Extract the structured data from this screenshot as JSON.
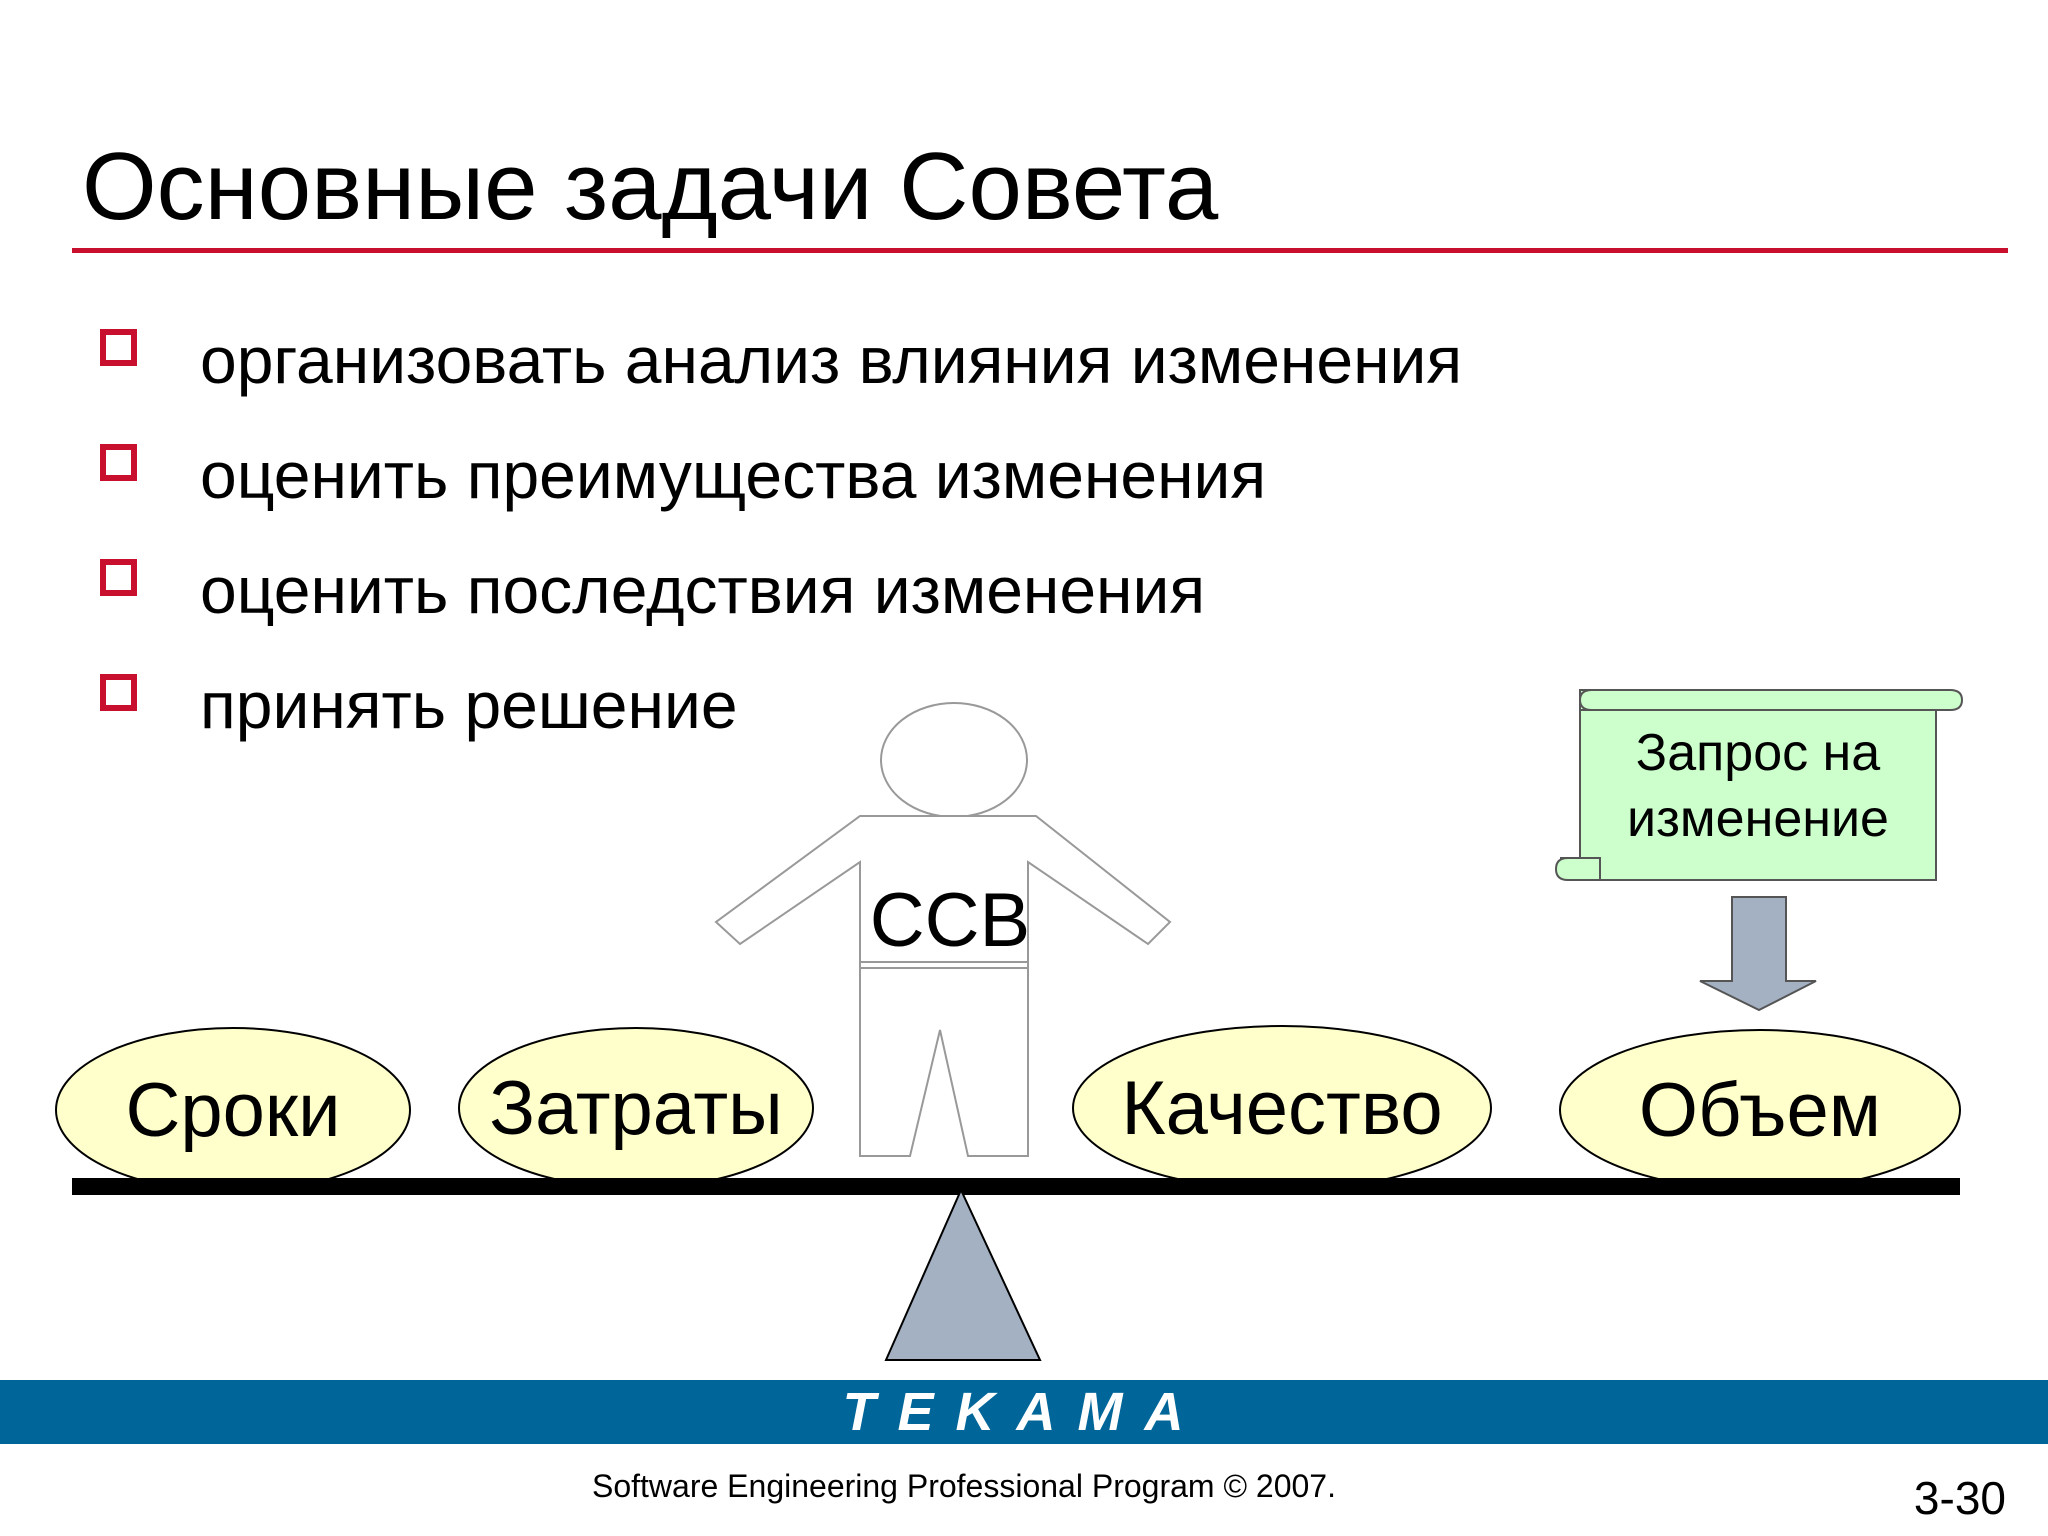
{
  "slide": {
    "title": "Основные задачи Совета",
    "bullets": [
      "организовать анализ влияния изменения",
      "оценить преимущества изменения",
      "оценить последствия изменения",
      "принять решение"
    ]
  },
  "diagram": {
    "person_label": "ССВ",
    "request_label": "Запрос на изменение",
    "ovals": [
      "Сроки",
      "Затраты",
      "Качество",
      "Объем"
    ]
  },
  "footer": {
    "brand": "TEKAMA",
    "copyright": "Software Engineering Professional Program © 2007.",
    "slide_number": "3-30"
  },
  "colors": {
    "accent_red": "#c8102e",
    "footer_blue": "#006699",
    "oval_fill": "#ffffcc",
    "scroll_fill": "#ccffcc",
    "arrow_fill": "#a3b1c3"
  }
}
